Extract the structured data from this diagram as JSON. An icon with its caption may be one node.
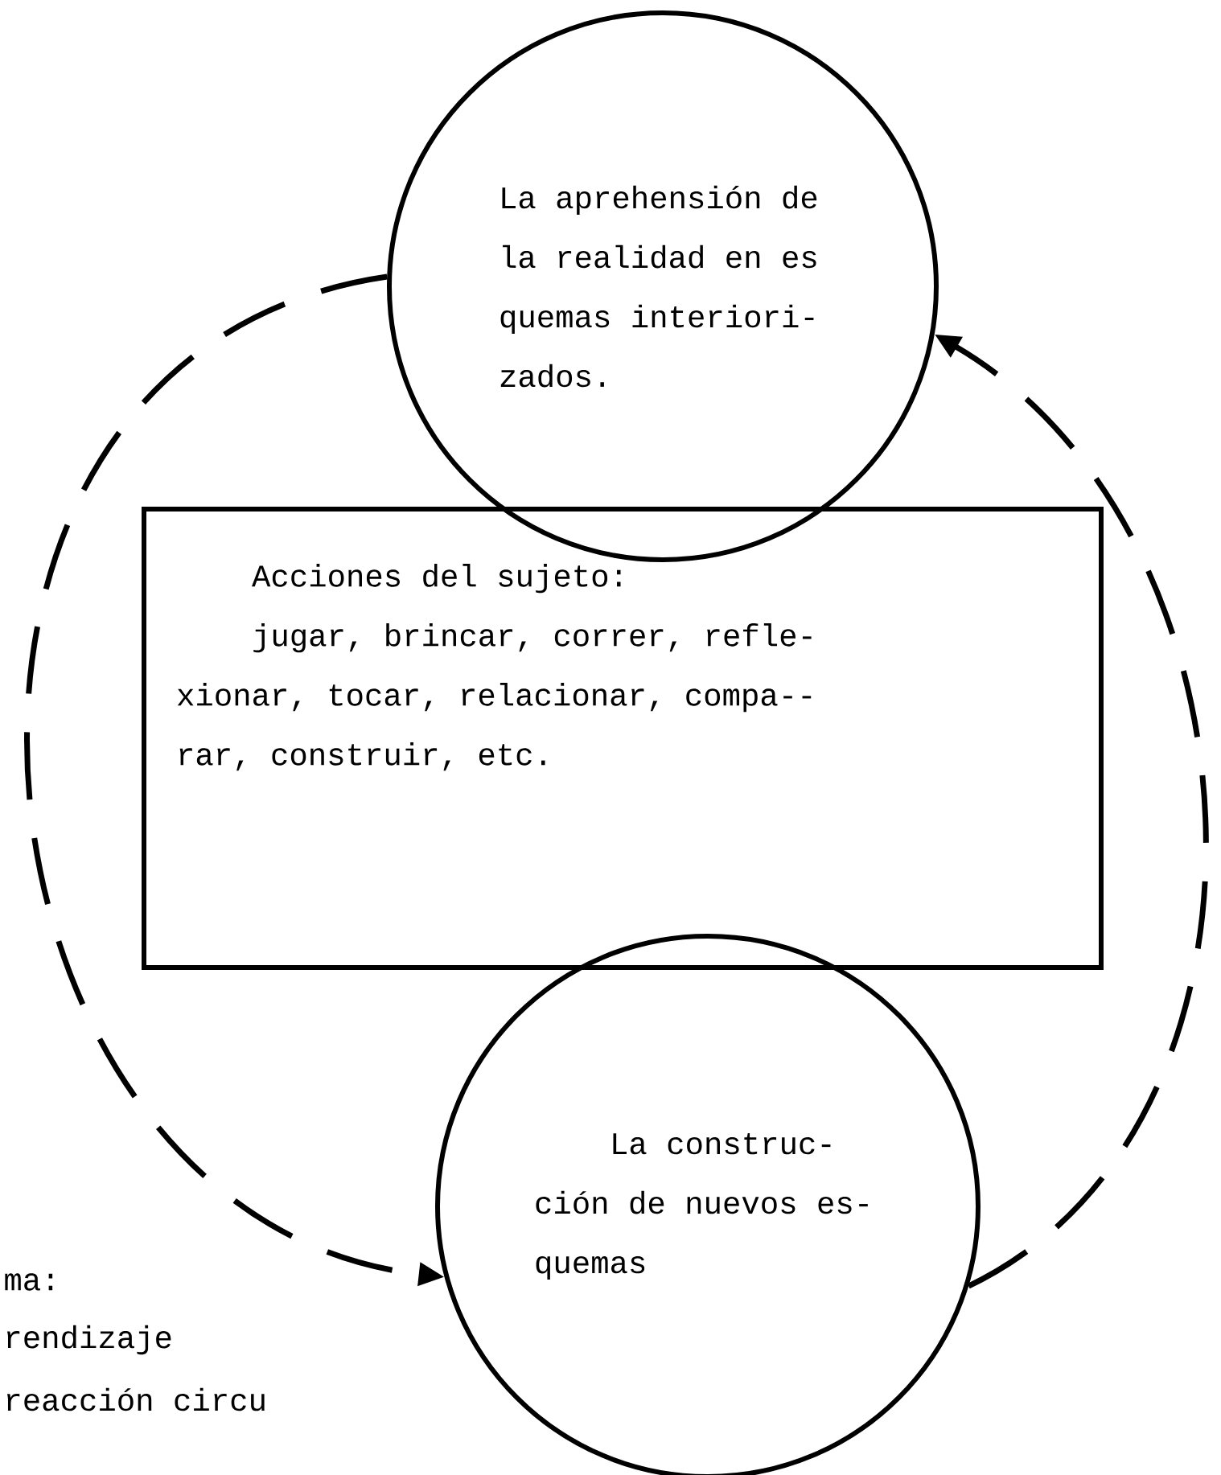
{
  "diagram": {
    "nodes": [
      {
        "text": [
          "La aprehensión de la realidad en es quemas interiori- zados."
        ]
      },
      {
        "text": [
          "Acciones del sujeto:",
          "jugar, brincar, correr, refle- xionar, tocar, relacionar, compa-- rar, construir, etc."
        ]
      },
      {
        "text": [
          "La construc- ción de nuevos es- quemas"
        ]
      }
    ],
    "edges": [
      {
        "from": 0,
        "to": 2,
        "arrow": "to",
        "style": "dashed"
      },
      {
        "from": 2,
        "to": 0,
        "arrow": "to",
        "style": "dashed"
      }
    ],
    "labels": [
      "ma:",
      "rendizaje",
      "reacción circu"
    ]
  }
}
